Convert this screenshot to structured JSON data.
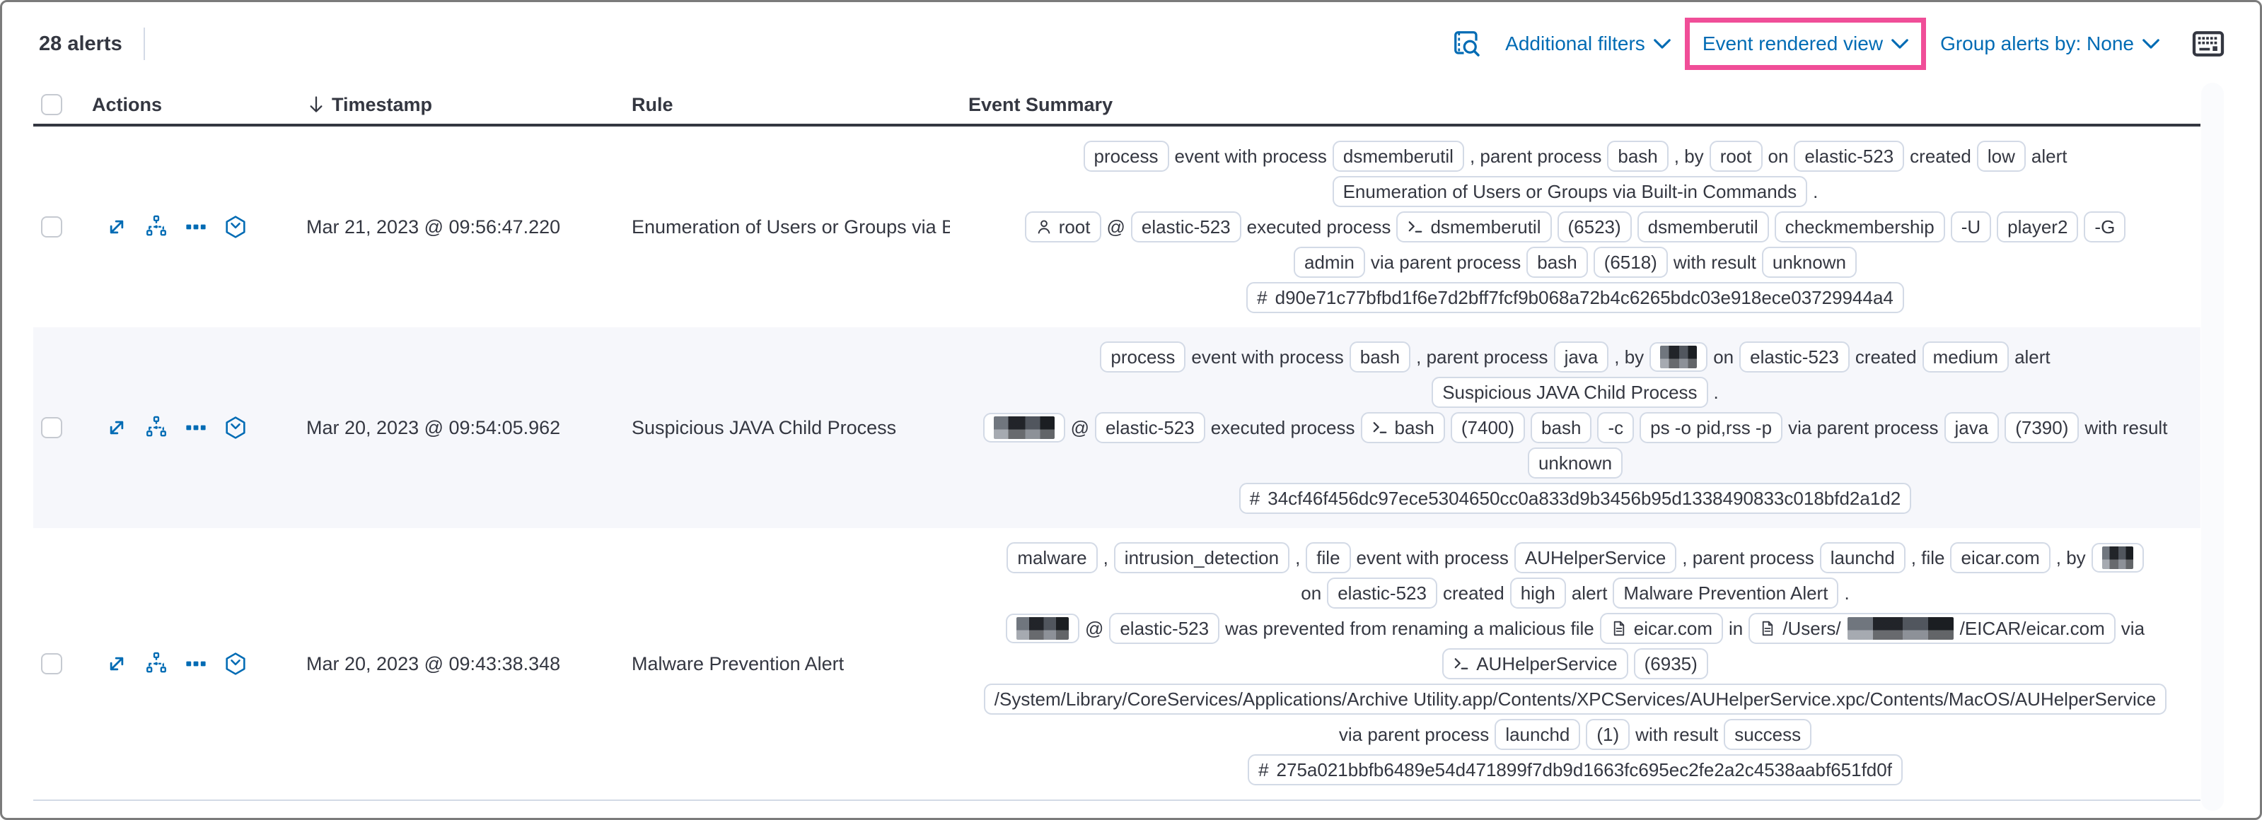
{
  "colors": {
    "accent_highlight": "#f04e98",
    "link_blue": "#006bb4",
    "text_dark": "#343741",
    "badge_border": "#d3dae6",
    "stripe_bg": "#f6f7fb",
    "header_border": "#343741"
  },
  "toolbar": {
    "alert_count": "28 alerts",
    "inspect_icon": "inspect-icon",
    "additional_filters": "Additional filters",
    "view_selector": "Event rendered view",
    "group_by": "Group alerts by: None",
    "keyboard_icon": "keyboard-icon"
  },
  "table": {
    "headers": {
      "actions": "Actions",
      "timestamp": "Timestamp",
      "rule": "Rule",
      "event_summary": "Event Summary"
    },
    "sort": {
      "column": "Timestamp",
      "direction": "desc"
    },
    "action_icons": [
      "expand",
      "analyze-event",
      "more-actions",
      "open-session-view"
    ],
    "rows": [
      {
        "timestamp": "Mar 21, 2023 @ 09:56:47.220",
        "rule": "Enumeration of Users or Groups via Bui",
        "striped": false,
        "summary": [
          [
            {
              "badge": "process"
            },
            {
              "text": "event with process"
            },
            {
              "badge": "dsmemberutil"
            },
            {
              "text": ", parent process"
            },
            {
              "badge": "bash"
            },
            {
              "text": ", by"
            },
            {
              "badge": "root"
            },
            {
              "text": "on"
            },
            {
              "badge": "elastic-523"
            },
            {
              "text": "created"
            },
            {
              "badge": "low"
            },
            {
              "text": "alert"
            }
          ],
          [
            {
              "badge": "Enumeration of Users or Groups via Built-in Commands"
            },
            {
              "text": "."
            }
          ],
          [
            {
              "badge": "root",
              "icon": "user"
            },
            {
              "text": "@"
            },
            {
              "badge": "elastic-523"
            },
            {
              "text": "executed process"
            },
            {
              "badge": "dsmemberutil",
              "icon": "terminal"
            },
            {
              "badge": "(6523)"
            },
            {
              "badge": "dsmemberutil"
            },
            {
              "badge": "checkmembership"
            },
            {
              "badge": "-U"
            },
            {
              "badge": "player2"
            },
            {
              "badge": "-G"
            }
          ],
          [
            {
              "badge": "admin"
            },
            {
              "text": "via parent process"
            },
            {
              "badge": "bash"
            },
            {
              "badge": "(6518)"
            },
            {
              "text": "with result"
            },
            {
              "badge": "unknown"
            }
          ],
          [
            {
              "badge": "d90e71c77bfbd1f6e7d2bff7fcf9b068a72b4c6265bdc03e918ece03729944a4",
              "icon": "hash"
            }
          ]
        ]
      },
      {
        "timestamp": "Mar 20, 2023 @ 09:54:05.962",
        "rule": "Suspicious JAVA Child Process",
        "striped": true,
        "summary": [
          [
            {
              "badge": "process"
            },
            {
              "text": "event with process"
            },
            {
              "badge": "bash"
            },
            {
              "text": ", parent process"
            },
            {
              "badge": "java"
            },
            {
              "text": ", by"
            },
            {
              "redacted": true,
              "width": 52
            },
            {
              "text": "on"
            },
            {
              "badge": "elastic-523"
            },
            {
              "text": "created"
            },
            {
              "badge": "medium"
            },
            {
              "text": "alert"
            }
          ],
          [
            {
              "badge": "Suspicious JAVA Child Process"
            },
            {
              "text": "."
            }
          ],
          [
            {
              "redacted": true,
              "width": 86
            },
            {
              "text": "@"
            },
            {
              "badge": "elastic-523"
            },
            {
              "text": "executed process"
            },
            {
              "badge": "bash",
              "icon": "terminal"
            },
            {
              "badge": "(7400)"
            },
            {
              "badge": "bash"
            },
            {
              "badge": "-c"
            },
            {
              "badge": "ps -o pid,rss -p"
            },
            {
              "text": "via parent process"
            },
            {
              "badge": "java"
            },
            {
              "badge": "(7390)"
            },
            {
              "text": "with result"
            }
          ],
          [
            {
              "badge": "unknown"
            }
          ],
          [
            {
              "badge": "34cf46f456dc97ece5304650cc0a833d9b3456b95d1338490833c018bfd2a1d2",
              "icon": "hash"
            }
          ]
        ]
      },
      {
        "timestamp": "Mar 20, 2023 @ 09:43:38.348",
        "rule": "Malware Prevention Alert",
        "striped": false,
        "summary": [
          [
            {
              "badge": "malware"
            },
            {
              "text": ","
            },
            {
              "badge": "intrusion_detection"
            },
            {
              "text": ","
            },
            {
              "badge": "file"
            },
            {
              "text": "event with process"
            },
            {
              "badge": "AUHelperService"
            },
            {
              "text": ", parent process"
            },
            {
              "badge": "launchd"
            },
            {
              "text": ", file"
            },
            {
              "badge": "eicar.com"
            },
            {
              "text": ", by"
            },
            {
              "redacted": true,
              "width": 44
            }
          ],
          [
            {
              "text": "on"
            },
            {
              "badge": "elastic-523"
            },
            {
              "text": "created"
            },
            {
              "badge": "high"
            },
            {
              "text": "alert"
            },
            {
              "badge": "Malware Prevention Alert"
            },
            {
              "text": "."
            }
          ],
          [
            {
              "redacted": true,
              "width": 74
            },
            {
              "text": "@"
            },
            {
              "badge": "elastic-523"
            },
            {
              "text": "was prevented from renaming a malicious file"
            },
            {
              "badge": "eicar.com",
              "icon": "file"
            },
            {
              "text": "in"
            },
            {
              "icon": "file",
              "badge_parts": [
                {
                  "text": "/Users/"
                },
                {
                  "redact": true,
                  "width": 150
                },
                {
                  "text": "/EICAR/eicar.com"
                }
              ]
            },
            {
              "text": "via"
            }
          ],
          [
            {
              "badge": "AUHelperService",
              "icon": "terminal"
            },
            {
              "badge": "(6935)"
            }
          ],
          [
            {
              "badge": "/System/Library/CoreServices/Applications/Archive Utility.app/Contents/XPCServices/AUHelperService.xpc/Contents/MacOS/AUHelperService"
            }
          ],
          [
            {
              "text": "via parent process"
            },
            {
              "badge": "launchd"
            },
            {
              "badge": "(1)"
            },
            {
              "text": "with result"
            },
            {
              "badge": "success"
            }
          ],
          [
            {
              "badge": "275a021bbfb6489e54d471899f7db9d1663fc695ec2fe2a2c4538aabf651fd0f",
              "icon": "hash"
            }
          ]
        ]
      }
    ]
  }
}
